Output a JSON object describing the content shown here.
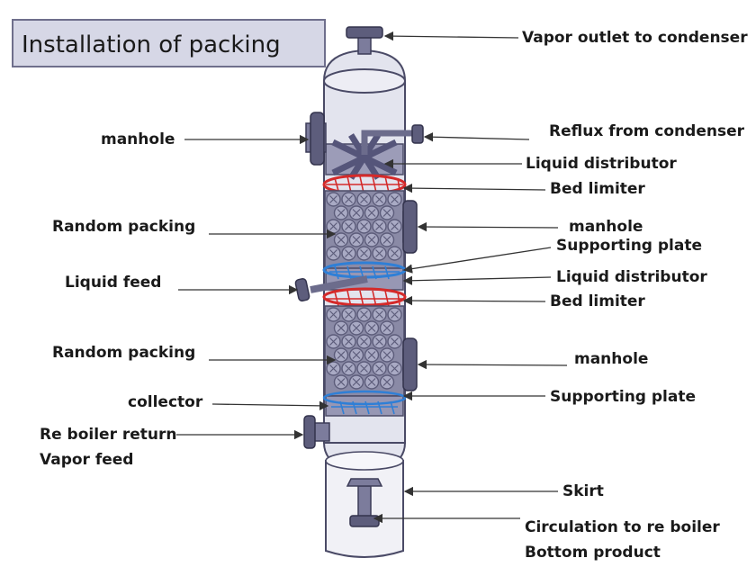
{
  "title": "Installation of packing",
  "labels": {
    "vapor_outlet": "Vapor outlet to condenser",
    "reflux": "Reflux from condenser",
    "liquid_distributor_top": "Liquid distributor",
    "bed_limiter_top": "Bed limiter",
    "manhole_right_1": "manhole",
    "supporting_plate_1": "Supporting plate",
    "liquid_distributor_mid": "Liquid distributor",
    "bed_limiter_mid": "Bed limiter",
    "manhole_right_2": "manhole",
    "supporting_plate_2": "Supporting plate",
    "skirt": "Skirt",
    "circulation": "Circulation to re boiler",
    "bottom_product": "Bottom product",
    "manhole_left": "manhole",
    "random_packing_1": "Random packing",
    "liquid_feed": "Liquid feed",
    "random_packing_2": "Random packing",
    "collector": "collector",
    "reboiler_return": "Re boiler return",
    "vapor_feed": "Vapor feed"
  },
  "colors": {
    "shell": "#e3e4ee",
    "packing": "#8a8aa6",
    "bed_limiter": "#d42a2a",
    "distributor": "#2f7fd6",
    "title_box": "#d6d7e6"
  }
}
